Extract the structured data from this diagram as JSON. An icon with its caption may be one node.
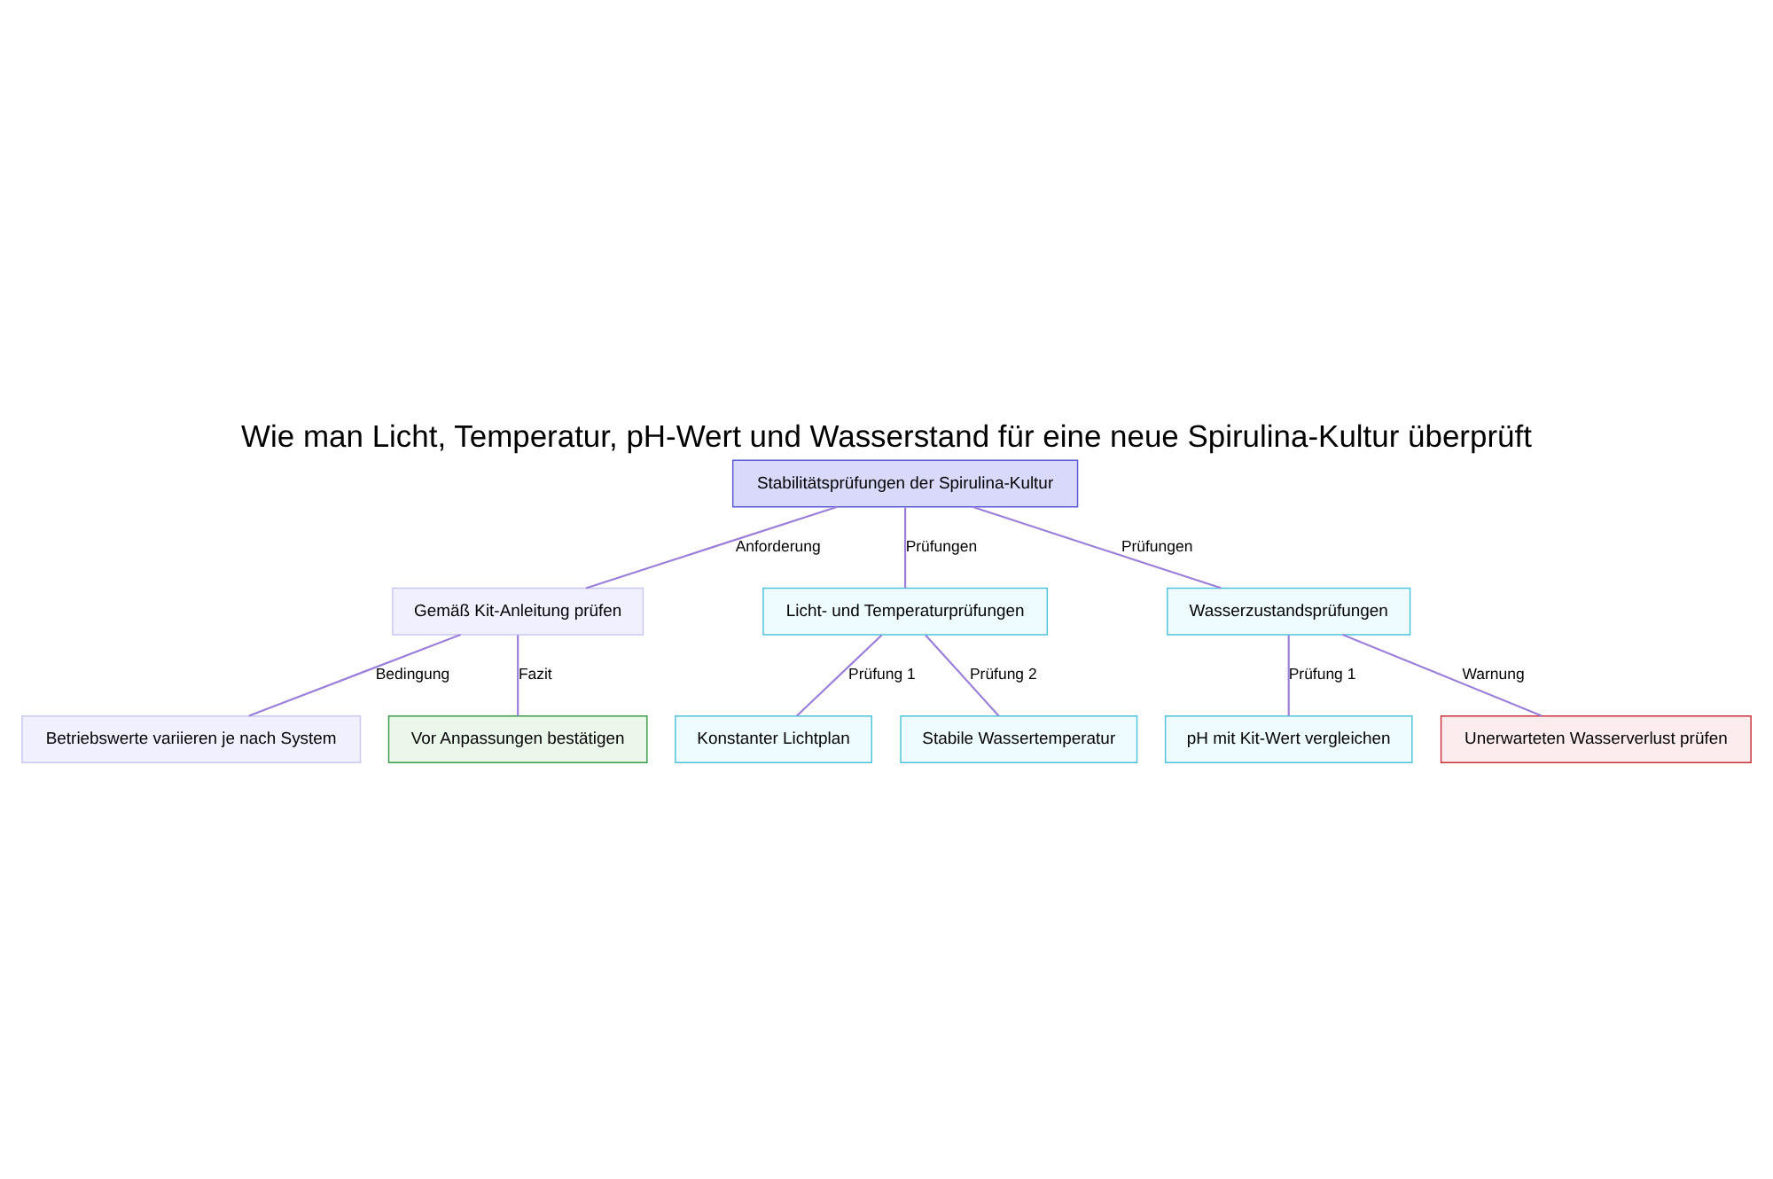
{
  "diagram": {
    "title": "Wie man Licht, Temperatur, pH-Wert und Wasserstand für eine neue Spirulina-Kultur überprüft",
    "nodes": [
      {
        "text": [
          "Stabilitätsprüfungen der Spirulina-Kultur"
        ]
      },
      {
        "text": [
          "Gemäß Kit-Anleitung prüfen"
        ]
      },
      {
        "text": [
          "Licht- und Temperaturprüfungen"
        ]
      },
      {
        "text": [
          "Wasserzustandsprüfungen"
        ]
      },
      {
        "text": [
          "Betriebswerte variieren je nach System"
        ]
      },
      {
        "text": [
          "Vor Anpassungen bestätigen"
        ]
      },
      {
        "text": [
          "Konstanter Lichtplan"
        ]
      },
      {
        "text": [
          "Stabile Wassertemperatur"
        ]
      },
      {
        "text": [
          "pH mit Kit-Wert vergleichen"
        ]
      },
      {
        "text": [
          "Unerwarteten Wasserverlust prüfen"
        ]
      }
    ],
    "edges": [
      {
        "from": 0,
        "to": 1,
        "arrow": "none",
        "label": "Anforderung"
      },
      {
        "from": 0,
        "to": 2,
        "arrow": "none",
        "label": "Prüfungen"
      },
      {
        "from": 0,
        "to": 3,
        "arrow": "none",
        "label": "Prüfungen"
      },
      {
        "from": 1,
        "to": 4,
        "arrow": "none",
        "label": "Bedingung"
      },
      {
        "from": 1,
        "to": 5,
        "arrow": "none",
        "label": "Fazit"
      },
      {
        "from": 2,
        "to": 6,
        "arrow": "none",
        "label": "Prüfung 1"
      },
      {
        "from": 2,
        "to": 7,
        "arrow": "none",
        "label": "Prüfung 2"
      },
      {
        "from": 3,
        "to": 8,
        "arrow": "none",
        "label": "Prüfung 1"
      },
      {
        "from": 3,
        "to": 9,
        "arrow": "none",
        "label": "Warnung"
      }
    ]
  }
}
